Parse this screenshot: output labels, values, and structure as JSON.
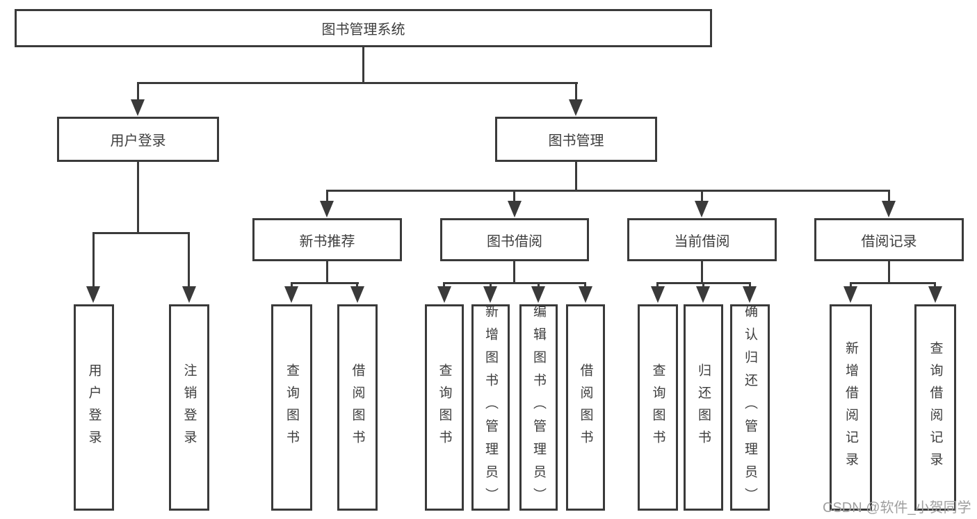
{
  "tree": {
    "label": "图书管理系统",
    "children": [
      {
        "label": "用户登录",
        "children": [
          {
            "label": "用户登录"
          },
          {
            "label": "注销登录"
          }
        ]
      },
      {
        "label": "图书管理",
        "children": [
          {
            "label": "新书推荐",
            "children": [
              {
                "label": "查询图书"
              },
              {
                "label": "借阅图书"
              }
            ]
          },
          {
            "label": "图书借阅",
            "children": [
              {
                "label": "查询图书"
              },
              {
                "label": "新增图书（管理员）"
              },
              {
                "label": "编辑图书（管理员）"
              },
              {
                "label": "借阅图书"
              }
            ]
          },
          {
            "label": "当前借阅",
            "children": [
              {
                "label": "查询图书"
              },
              {
                "label": "归还图书"
              },
              {
                "label": "确认归还（管理员）"
              }
            ]
          },
          {
            "label": "借阅记录",
            "children": [
              {
                "label": "新增借阅记录"
              },
              {
                "label": "查询借阅记录"
              }
            ]
          }
        ]
      }
    ]
  },
  "watermark": {
    "text": "CSDN @软件_小贺同学"
  },
  "colors": {
    "line": "#3a3a3a",
    "text": "#3d3d3d",
    "watermark": "#9f9f9f",
    "background": "#ffffff"
  }
}
